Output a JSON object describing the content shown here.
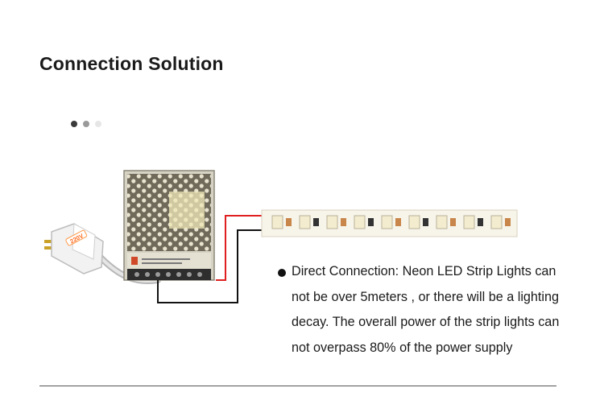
{
  "section": {
    "title": "Connection Solution"
  },
  "carousel": {
    "dots": 3,
    "active_index": 0
  },
  "power_supply": {
    "plug_label": "220V"
  },
  "description": {
    "lines": [
      "Direct Connection: Neon LED Strip Lights can",
      "not be over 5meters , or there will be a lighting",
      "decay. The overall power of the strip lights can",
      "not overpass 80% of the power supply"
    ]
  },
  "colors": {
    "wire_positive": "#e02020",
    "wire_negative": "#111111",
    "led_chip": "#f4eccf",
    "resistor": "#c8864a"
  }
}
